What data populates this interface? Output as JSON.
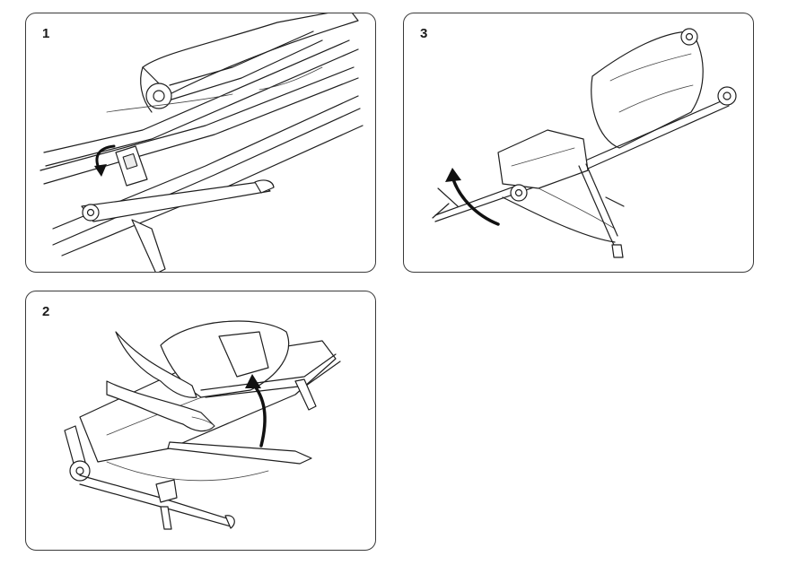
{
  "steps": [
    {
      "number": "1",
      "arrow_icon": "curved-arrow-down-icon"
    },
    {
      "number": "3",
      "arrow_icon": "curved-arrow-up-icon"
    },
    {
      "number": "2",
      "arrow_icon": "curved-arrow-up-icon"
    }
  ],
  "colors": {
    "line": "#1f1f1f",
    "border": "#3a3a3a",
    "fill": "#ffffff",
    "arrow": "#111111"
  }
}
